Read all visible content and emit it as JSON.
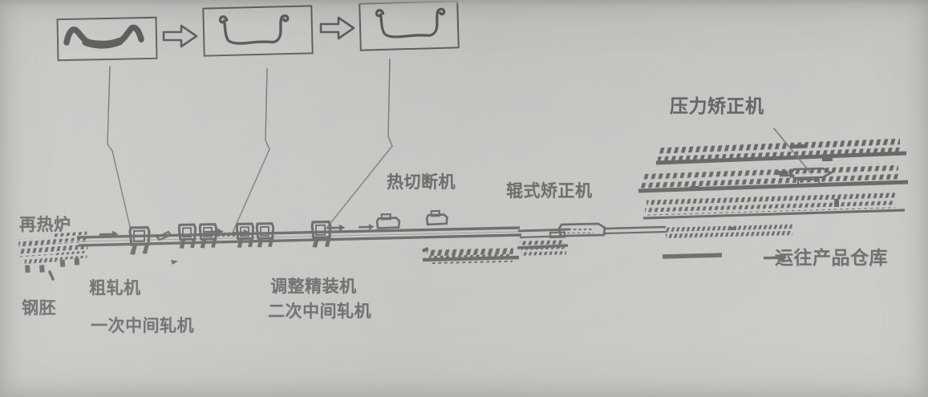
{
  "document": {
    "title": "型钢轧制生产线工艺流程图",
    "type": "scanned-technical-diagram",
    "background_color": "#c9c8c5",
    "ink_color": "#18181a"
  },
  "profile_sequence": {
    "caption": "",
    "arrow_icon": "right-arrow-icon",
    "stages": [
      {
        "id": "stage-1",
        "name": "rough-wavy-profile",
        "description": "粗轧后的波浪形断面"
      },
      {
        "id": "stage-2",
        "name": "intermediate-channel-profile",
        "description": "中间轧制的槽形断面"
      },
      {
        "id": "stage-3",
        "name": "finished-channel-profile",
        "description": "成品槽钢断面"
      }
    ]
  },
  "labels": {
    "reheat_furnace": "再热炉",
    "steel_billet": "钢胚",
    "rough_mill": "粗轧机",
    "first_intermediate_mill": "一次中间轧机",
    "adjust_finishing_mill": "调整精装机",
    "second_intermediate_mill": "二次中间轧机",
    "hot_shear": "热切断机",
    "roller_straightener": "辊式矫正机",
    "press_straightener": "压力矫正机",
    "to_warehouse": "运往产品仓库",
    "to_warehouse_arrow": "→"
  },
  "flow": {
    "direction": "left-to-right",
    "stations": [
      {
        "order": 1,
        "key": "reheat_furnace",
        "label": "再热炉"
      },
      {
        "order": 2,
        "key": "steel_billet",
        "label": "钢胚"
      },
      {
        "order": 3,
        "key": "rough_mill",
        "label": "粗轧机"
      },
      {
        "order": 4,
        "key": "first_intermediate_mill",
        "label": "一次中间轧机"
      },
      {
        "order": 5,
        "key": "second_intermediate_mill",
        "label": "二次中间轧机"
      },
      {
        "order": 6,
        "key": "adjust_finishing_mill",
        "label": "调整精装机"
      },
      {
        "order": 7,
        "key": "hot_shear",
        "label": "热切断机"
      },
      {
        "order": 8,
        "key": "roller_straightener",
        "label": "辊式矫正机"
      },
      {
        "order": 9,
        "key": "press_straightener",
        "label": "压力矫正机"
      },
      {
        "order": 10,
        "key": "to_warehouse",
        "label": "运往产品仓库"
      }
    ]
  }
}
